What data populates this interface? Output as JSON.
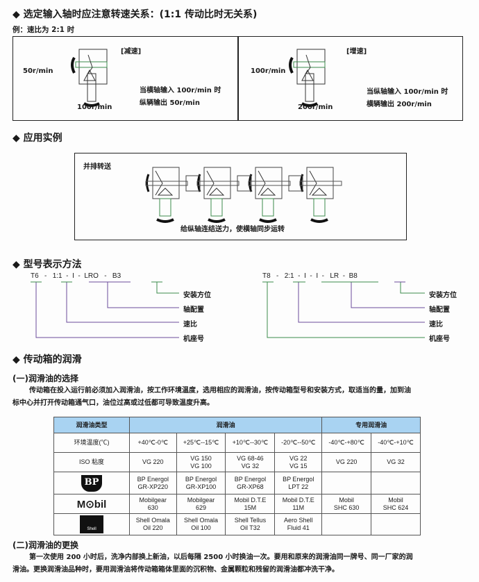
{
  "s1": {
    "title": "◆ 选定输入轴时应注意转速关系：(1:1 传动比时无关系)",
    "example": "例：速比为 2:1 时",
    "left": {
      "tag": "[减速]",
      "in_speed": "50r/min",
      "out_speed": "100r/min",
      "note1": "当横轴输入 100r/min 时",
      "note2": "纵辆输出 50r/min"
    },
    "right": {
      "tag": "[增速]",
      "in_speed": "100r/min",
      "out_speed": "200r/min",
      "note1": "当纵轴输入 100r/min 时",
      "note2": "横辆输出 200r/min"
    }
  },
  "s2": {
    "title": "◆ 应用实例",
    "label": "并排转送",
    "caption": "给纵轴连结送力，使横轴同步运转"
  },
  "s3": {
    "title": "◆ 型号表示方法",
    "left": {
      "code": [
        "T6",
        "-",
        "1:1",
        "-",
        "I",
        "-",
        "LRO",
        "-",
        "B3"
      ]
    },
    "right": {
      "code": [
        "T8",
        "-",
        "2:1",
        "-",
        "I",
        "-",
        "I",
        "-",
        "LR",
        "-",
        "B8"
      ]
    },
    "labels": [
      "安装方位",
      "轴配置",
      "速比",
      "机座号"
    ]
  },
  "s4": {
    "title": "◆ 传动箱的润滑",
    "sub1": "(一)润滑油的选择",
    "para1a": "传动箱在投入运行前必须加入润滑油，按工作环境温度，选用相应的润滑油，按传动箱型号和安装方式，取适当的量，加到油",
    "para1b": "标中心并打开传动箱通气口，油位过高或过低都可导致温度升高。",
    "table": {
      "h0": "润滑油类型",
      "h1": "润滑油",
      "h2": "专用润滑油",
      "temp_label": "环境温度(℃)",
      "temps": [
        "+40℃-0℃",
        "+25℃--15℃",
        "+10℃--30℃",
        "-20℃--50℃",
        "-40℃-+80℃",
        "-40℃-+10℃"
      ],
      "iso_label": "ISO 粘度",
      "iso": [
        [
          "VG 220",
          ""
        ],
        [
          "VG 150",
          "VG 100"
        ],
        [
          "VG 68-46",
          "VG 32"
        ],
        [
          "VG 22",
          "VG 15"
        ],
        [
          "VG 220",
          ""
        ],
        [
          "VG 32",
          ""
        ]
      ],
      "bp_logo": "BP",
      "bp": [
        [
          "BP Energol",
          "GR-XP220"
        ],
        [
          "BP Energol",
          "GR-XP100"
        ],
        [
          "BP Energol",
          "GR-XP68"
        ],
        [
          "BP Energol",
          "LPT 22"
        ],
        [
          "",
          ""
        ],
        [
          "",
          ""
        ]
      ],
      "mobil_logo": "M⊙bil",
      "mobil": [
        [
          "Mobilgear",
          "630"
        ],
        [
          "Mobilgear",
          "629"
        ],
        [
          "Mobil D.T.E",
          "15M"
        ],
        [
          "Mobil D.T.E",
          "11M"
        ],
        [
          "Mobil",
          "SHC 630"
        ],
        [
          "Mobil",
          "SHC 624"
        ]
      ],
      "shell_logo": "Shell",
      "shell": [
        [
          "Shell Omala",
          "Oil 220"
        ],
        [
          "Shell Omala",
          "Oil 100"
        ],
        [
          "Shell Tellus",
          "Oil T32"
        ],
        [
          "Aero Shell",
          "Fluid 41"
        ],
        [
          "",
          ""
        ],
        [
          "",
          ""
        ]
      ]
    },
    "sub2": "(二)润滑油的更换",
    "para2a": "第一次使用 200 小时后，洗净内部换上新油，以后每隔 2500 小时换油一次。要用和原来的润滑油同一牌号、同一厂家的润",
    "para2b": "滑油。更换润滑油品种时，要用润滑油将传动箱箱体里面的沉积物、金属颗粒和残留的润滑油都冲洗干净。"
  },
  "colors": {
    "table_header": "#a9d3f2",
    "line_green": "#3a8a4a",
    "line_purple": "#6a4a9a"
  }
}
